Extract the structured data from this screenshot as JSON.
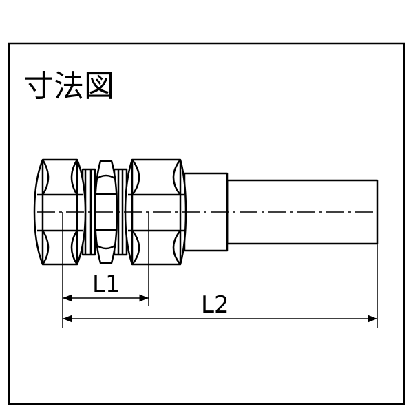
{
  "title": "寸法図",
  "dimensions": [
    {
      "label": "L1"
    },
    {
      "label": "L2"
    }
  ],
  "colors": {
    "background": "#ffffff",
    "line": "#000000"
  }
}
